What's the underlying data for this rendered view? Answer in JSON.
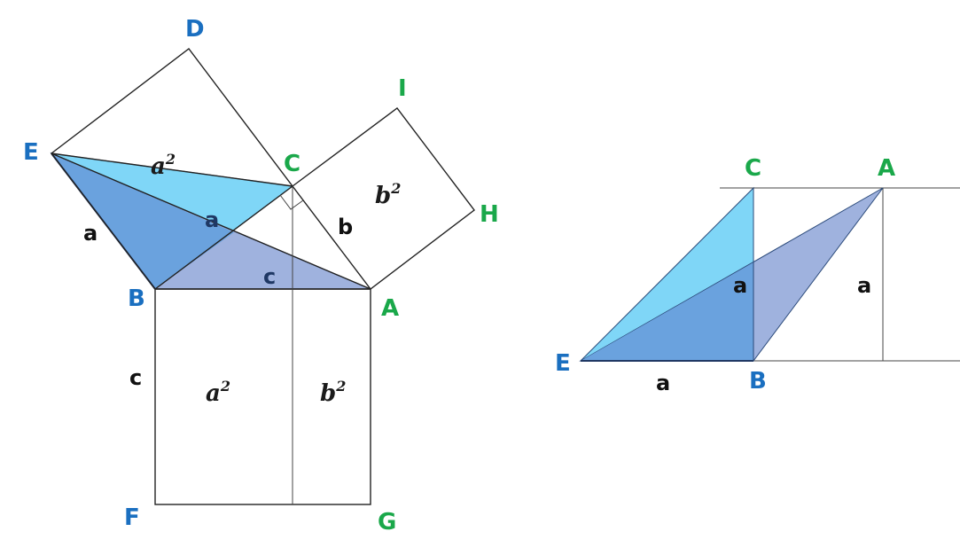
{
  "left_figure": {
    "points": {
      "D": "D",
      "I": "I",
      "E": "E",
      "C": "C",
      "H": "H",
      "B": "B",
      "A": "A",
      "F": "F",
      "G": "G"
    },
    "side_labels": {
      "a_outer": "a",
      "a_inner": "a",
      "b": "b",
      "c_top": "c",
      "c_left": "c"
    },
    "areas": {
      "a2_top": {
        "base": "a",
        "exp": "2"
      },
      "b2_top": {
        "base": "b",
        "exp": "2"
      },
      "a2_bottom": {
        "base": "a",
        "exp": "2"
      },
      "b2_bottom": {
        "base": "b",
        "exp": "2"
      }
    }
  },
  "right_figure": {
    "points": {
      "C": "C",
      "A": "A",
      "E": "E",
      "B": "B"
    },
    "side_labels": {
      "a_inner": "a",
      "a_height": "a",
      "a_base": "a"
    }
  },
  "colors": {
    "light_blue": "#7fd6f7",
    "mid_blue": "#6aa2de",
    "lavender": "#9fb2de",
    "point_blue": "#1a6fc0",
    "point_green": "#1aa84a"
  }
}
